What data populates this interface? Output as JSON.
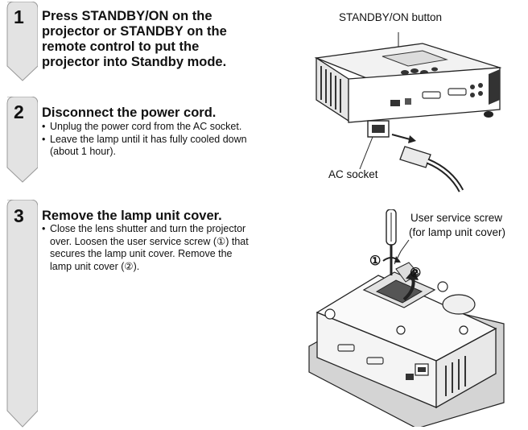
{
  "steps": [
    {
      "number": "1",
      "heading_parts": [
        "Press ",
        "STANDBY/ON",
        " on the projector or ",
        "STANDBY",
        " on the remote control to put the projector into Standby mode."
      ]
    },
    {
      "number": "2",
      "heading": "Disconnect the power cord.",
      "bullets": [
        "Unplug the power cord from the AC socket.",
        "Leave the lamp until it has fully cooled down (about 1 hour)."
      ]
    },
    {
      "number": "3",
      "heading": "Remove the lamp unit cover.",
      "bullets": [
        "Close the lens shutter and turn the projector over. Loosen the user service screw (①) that secures the lamp unit cover. Remove the lamp unit cover (②)."
      ]
    }
  ],
  "figure1": {
    "standby_label": "STANDBY/ON button",
    "ac_label": "AC socket"
  },
  "figure2": {
    "screw_label_line1": "User service screw",
    "screw_label_line2": "(for lamp unit cover)",
    "callout1": "①",
    "callout2": "②"
  }
}
